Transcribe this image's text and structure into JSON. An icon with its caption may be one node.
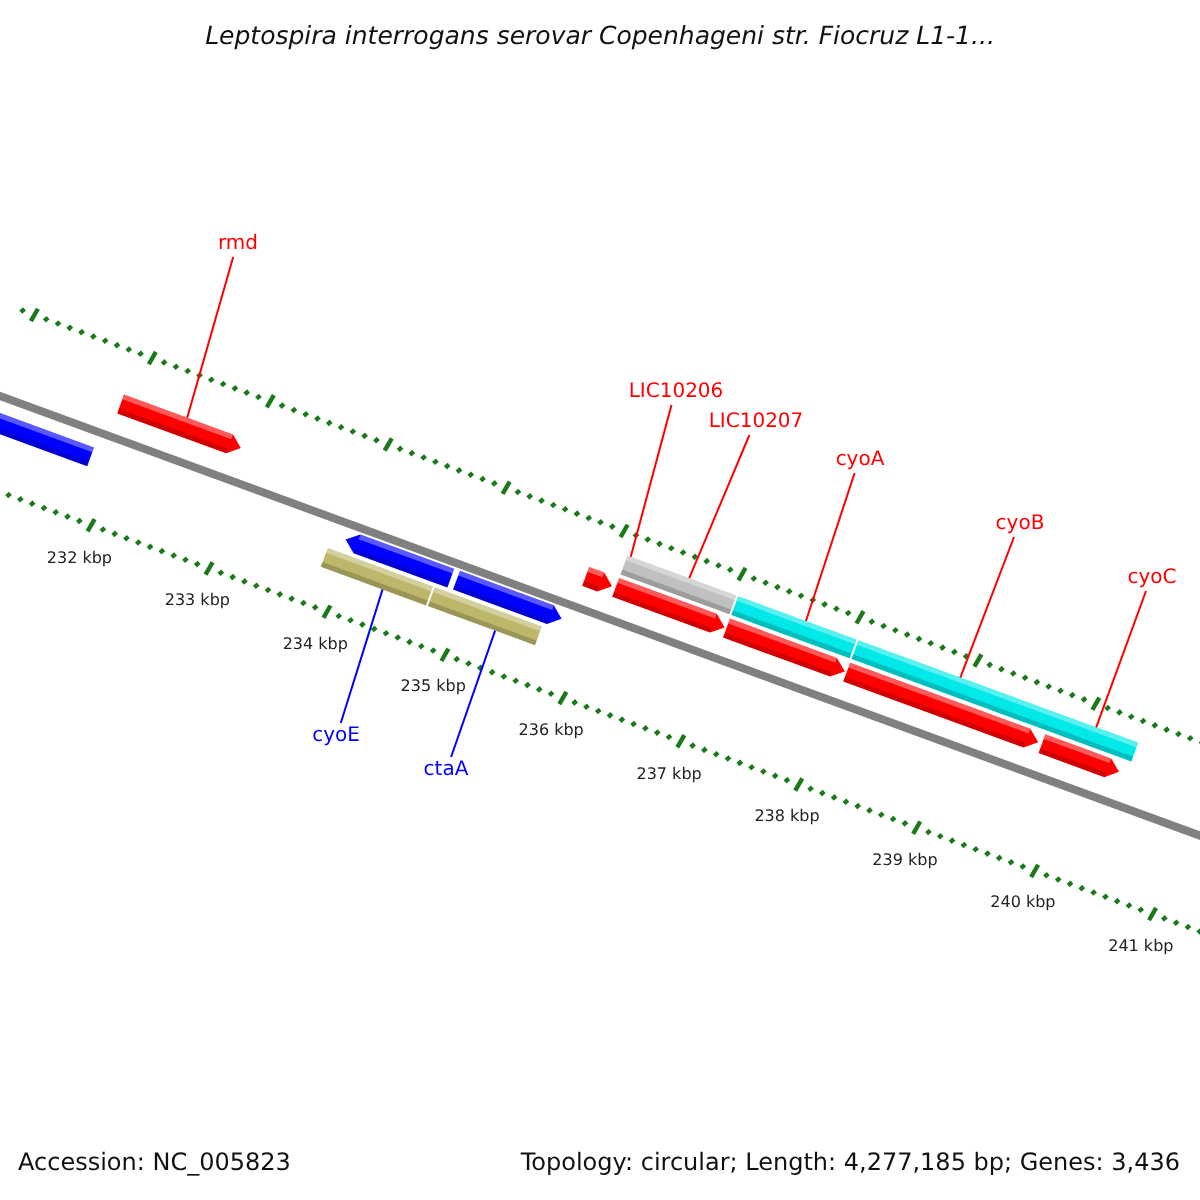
{
  "diagram": {
    "title": "Leptospira interrogans serovar Copenhageni str. Fiocruz L1-1...",
    "nodes": [
      {
        "text": [
          "rmd"
        ]
      },
      {
        "text": [
          "LIC10206"
        ]
      },
      {
        "text": [
          "LIC10207"
        ]
      },
      {
        "text": [
          "cyoA"
        ]
      },
      {
        "text": [
          "cyoB"
        ]
      },
      {
        "text": [
          "cyoC"
        ]
      },
      {
        "text": [
          "cyoE"
        ]
      },
      {
        "text": [
          "ctaA"
        ]
      },
      {
        "text": [],
        "shape": "arrow"
      },
      {
        "text": [],
        "shape": "bar"
      },
      {
        "text": [],
        "shape": "bar"
      },
      {
        "text": [],
        "shape": "bar"
      },
      {
        "text": [],
        "shape": "bar"
      },
      {
        "text": [],
        "shape": "bar"
      }
    ],
    "edges": [
      {
        "from": 0,
        "to": 8,
        "arrow": "none"
      },
      {
        "from": 1,
        "to": 9,
        "arrow": "none"
      },
      {
        "from": 2,
        "to": 9,
        "arrow": "none"
      },
      {
        "from": 3,
        "to": 10,
        "arrow": "none"
      },
      {
        "from": 4,
        "to": 11,
        "arrow": "none"
      },
      {
        "from": 5,
        "to": 11,
        "arrow": "none"
      },
      {
        "from": 6,
        "to": 12,
        "arrow": "none",
        "color": "#0000ff"
      },
      {
        "from": 7,
        "to": 13,
        "arrow": "none",
        "color": "#0000ff"
      }
    ],
    "labels": [
      "232 kbp",
      "233 kbp",
      "234 kbp",
      "235 kbp",
      "236 kbp",
      "237 kbp",
      "238 kbp",
      "239 kbp",
      "240 kbp",
      "241 kbp",
      "Accession: NC_005823",
      "Topology: circular; Length: 4,277,185 bp; Genes: 3,436"
    ]
  }
}
